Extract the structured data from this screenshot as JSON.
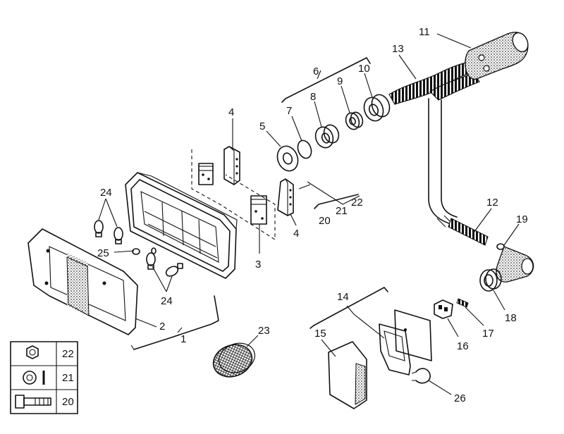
{
  "callouts": [
    {
      "id": "c1",
      "text": "1"
    },
    {
      "id": "c2",
      "text": "2"
    },
    {
      "id": "c3",
      "text": "3"
    },
    {
      "id": "c4a",
      "text": "4"
    },
    {
      "id": "c4b",
      "text": "4"
    },
    {
      "id": "c5",
      "text": "5"
    },
    {
      "id": "c6",
      "text": "6"
    },
    {
      "id": "c7",
      "text": "7"
    },
    {
      "id": "c8",
      "text": "8"
    },
    {
      "id": "c9",
      "text": "9"
    },
    {
      "id": "c10",
      "text": "10"
    },
    {
      "id": "c11",
      "text": "11"
    },
    {
      "id": "c12",
      "text": "12"
    },
    {
      "id": "c13",
      "text": "13"
    },
    {
      "id": "c14",
      "text": "14"
    },
    {
      "id": "c15",
      "text": "15"
    },
    {
      "id": "c16",
      "text": "16"
    },
    {
      "id": "c17",
      "text": "17"
    },
    {
      "id": "c18",
      "text": "18"
    },
    {
      "id": "c19",
      "text": "19"
    },
    {
      "id": "c20",
      "text": "20"
    },
    {
      "id": "c21",
      "text": "21"
    },
    {
      "id": "c22",
      "text": "22"
    },
    {
      "id": "c23",
      "text": "23"
    },
    {
      "id": "c24a",
      "text": "24"
    },
    {
      "id": "c24b",
      "text": "24"
    },
    {
      "id": "c25",
      "text": "25"
    },
    {
      "id": "c26",
      "text": "26"
    }
  ],
  "legend": [
    {
      "icon": "nut-icon",
      "label": "22"
    },
    {
      "icon": "washer-icon",
      "label": "21"
    },
    {
      "icon": "bolt-icon",
      "label": "20"
    }
  ],
  "colors": {
    "ink": "#111111",
    "paper": "#ffffff",
    "stipple": "#9a9a9a"
  }
}
